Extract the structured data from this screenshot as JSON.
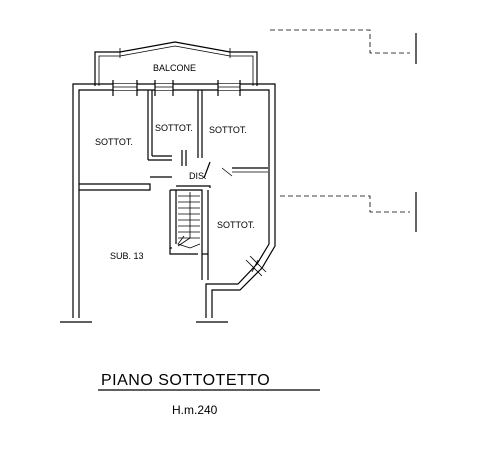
{
  "rooms": {
    "balcone": "BALCONE",
    "sottot_left": "SOTTOT.",
    "sottot_center": "SOTTOT.",
    "sottot_right": "SOTTOT.",
    "dis": "DIS.",
    "sottot_lower": "SOTTOT.",
    "sub": "SUB. 13"
  },
  "caption": {
    "title": "PIANO SOTTOTETTO",
    "height": "H.m.240"
  }
}
